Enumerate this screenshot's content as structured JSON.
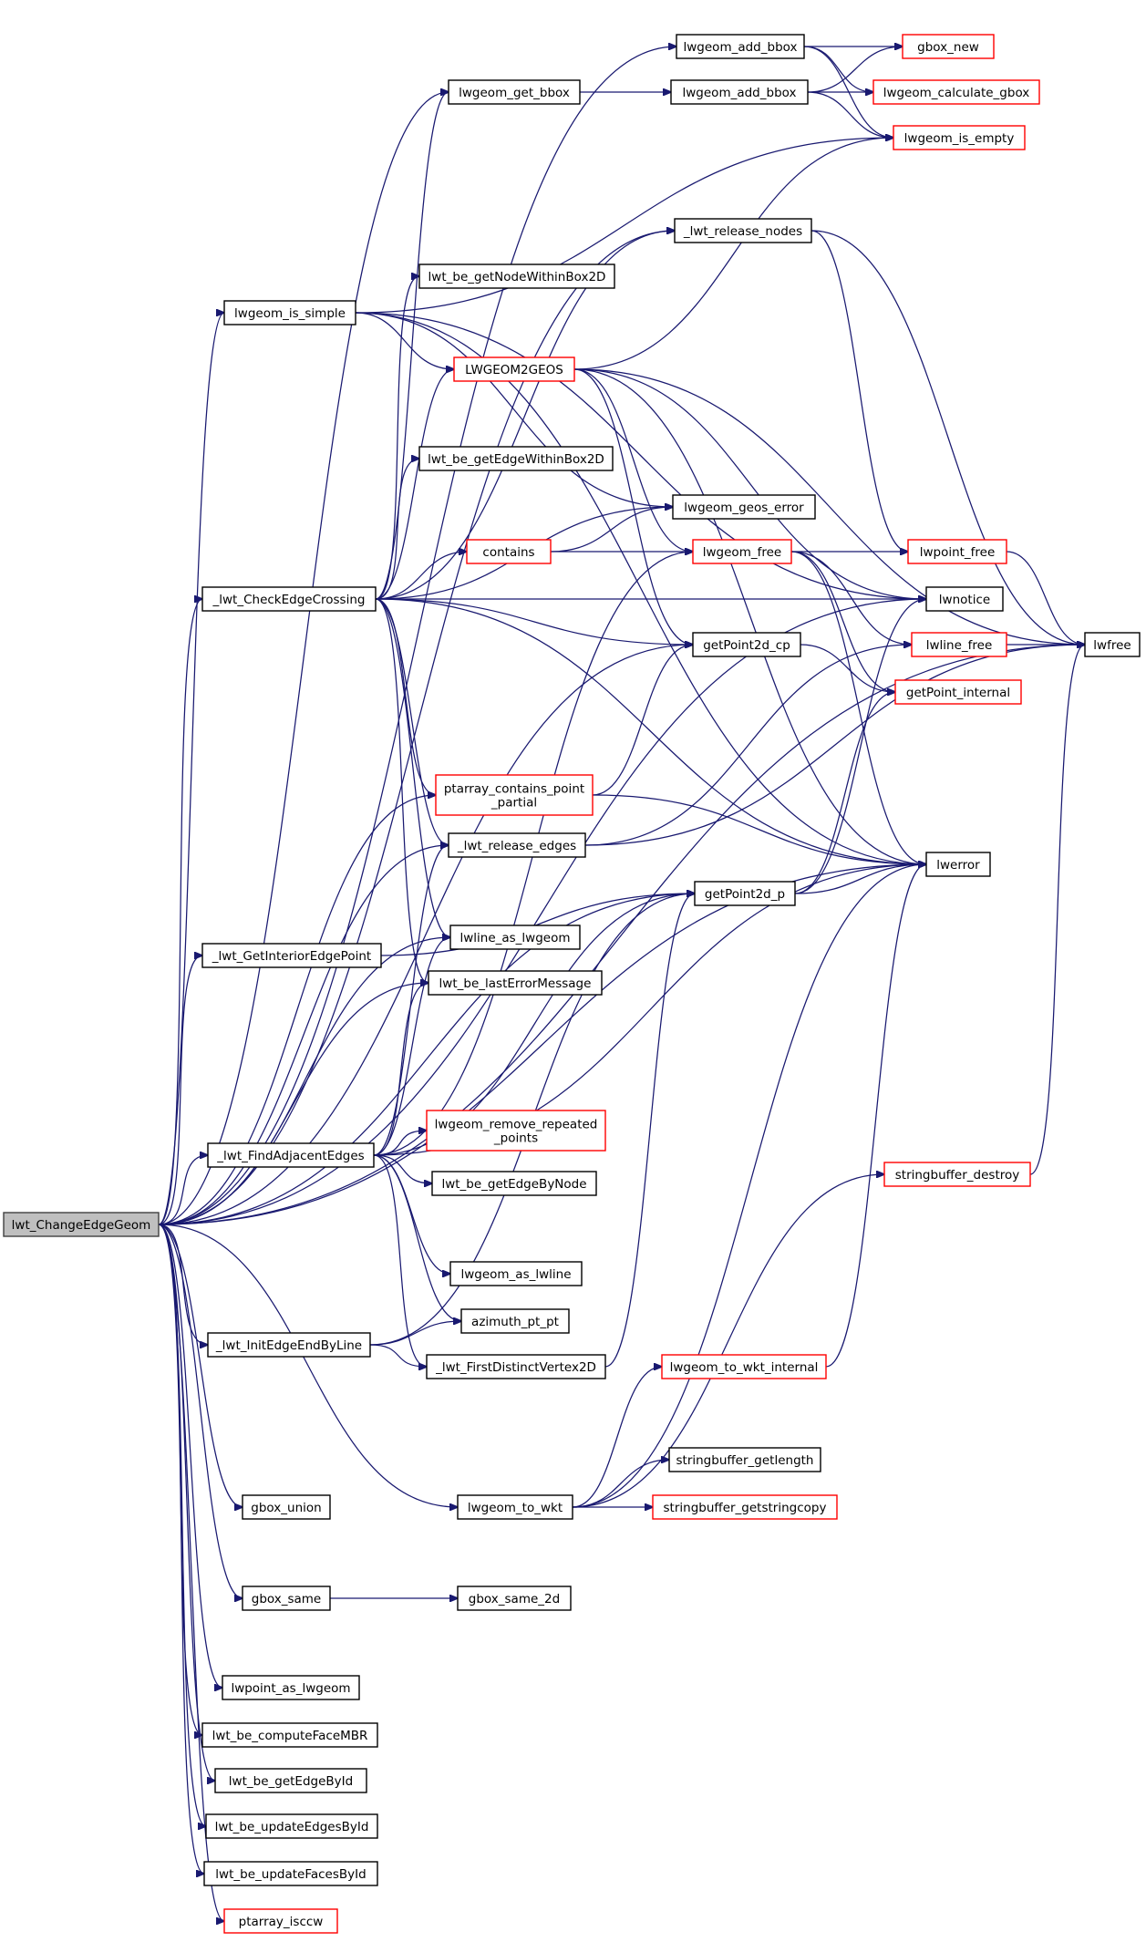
{
  "diagram": {
    "colors": {
      "edge": "#191970",
      "normal_border": "#000000",
      "truncated_border": "#ff0000",
      "root_fill": "#bfbfbf"
    },
    "nodes": [
      {
        "id": "root",
        "label": "lwt_ChangeEdgeGeom",
        "style": "root"
      },
      {
        "id": "lwgeom_add_bbox_a",
        "label": "lwgeom_add_bbox",
        "style": "black"
      },
      {
        "id": "gbox_new",
        "label": "gbox_new",
        "style": "red"
      },
      {
        "id": "lwgeom_get_bbox",
        "label": "lwgeom_get_bbox",
        "style": "black"
      },
      {
        "id": "lwgeom_add_bbox_b",
        "label": "lwgeom_add_bbox",
        "style": "black"
      },
      {
        "id": "lwgeom_calculate_gbox",
        "label": "lwgeom_calculate_gbox",
        "style": "red"
      },
      {
        "id": "lwgeom_is_empty",
        "label": "lwgeom_is_empty",
        "style": "red"
      },
      {
        "id": "lwt_release_nodes",
        "label": "_lwt_release_nodes",
        "style": "black"
      },
      {
        "id": "lwgeom_is_simple",
        "label": "lwgeom_is_simple",
        "style": "black"
      },
      {
        "id": "lwt_be_getNodeWithinBox2D",
        "label": "lwt_be_getNodeWithinBox2D",
        "style": "black"
      },
      {
        "id": "LWGEOM2GEOS",
        "label": "LWGEOM2GEOS",
        "style": "red"
      },
      {
        "id": "lwt_be_getEdgeWithinBox2D",
        "label": "lwt_be_getEdgeWithinBox2D",
        "style": "black"
      },
      {
        "id": "lwgeom_geos_error",
        "label": "lwgeom_geos_error",
        "style": "black"
      },
      {
        "id": "contains",
        "label": "contains",
        "style": "red"
      },
      {
        "id": "lwgeom_free",
        "label": "lwgeom_free",
        "style": "red"
      },
      {
        "id": "lwpoint_free",
        "label": "lwpoint_free",
        "style": "red"
      },
      {
        "id": "lwt_CheckEdgeCrossing",
        "label": "_lwt_CheckEdgeCrossing",
        "style": "black"
      },
      {
        "id": "lwnotice",
        "label": "lwnotice",
        "style": "black"
      },
      {
        "id": "getPoint2d_cp",
        "label": "getPoint2d_cp",
        "style": "black"
      },
      {
        "id": "lwline_free",
        "label": "lwline_free",
        "style": "red"
      },
      {
        "id": "lwfree",
        "label": "lwfree",
        "style": "black"
      },
      {
        "id": "getPoint_internal",
        "label": "getPoint_internal",
        "style": "red"
      },
      {
        "id": "ptarray_contains_point_partial",
        "label": "ptarray_contains_point\n_partial",
        "style": "red"
      },
      {
        "id": "lwt_release_edges",
        "label": "_lwt_release_edges",
        "style": "black"
      },
      {
        "id": "lwerror",
        "label": "lwerror",
        "style": "black"
      },
      {
        "id": "getPoint2d_p",
        "label": "getPoint2d_p",
        "style": "black"
      },
      {
        "id": "lwt_GetInteriorEdgePoint",
        "label": "_lwt_GetInteriorEdgePoint",
        "style": "black"
      },
      {
        "id": "lwline_as_lwgeom",
        "label": "lwline_as_lwgeom",
        "style": "black"
      },
      {
        "id": "lwt_be_lastErrorMessage",
        "label": "lwt_be_lastErrorMessage",
        "style": "black"
      },
      {
        "id": "lwgeom_remove_repeated_points",
        "label": "lwgeom_remove_repeated\n_points",
        "style": "red"
      },
      {
        "id": "lwt_FindAdjacentEdges",
        "label": "_lwt_FindAdjacentEdges",
        "style": "black"
      },
      {
        "id": "lwt_be_getEdgeByNode",
        "label": "lwt_be_getEdgeByNode",
        "style": "black"
      },
      {
        "id": "stringbuffer_destroy",
        "label": "stringbuffer_destroy",
        "style": "red"
      },
      {
        "id": "lwgeom_as_lwline",
        "label": "lwgeom_as_lwline",
        "style": "black"
      },
      {
        "id": "azimuth_pt_pt",
        "label": "azimuth_pt_pt",
        "style": "black"
      },
      {
        "id": "lwt_InitEdgeEndByLine",
        "label": "_lwt_InitEdgeEndByLine",
        "style": "black"
      },
      {
        "id": "lwt_FirstDistinctVertex2D",
        "label": "_lwt_FirstDistinctVertex2D",
        "style": "black"
      },
      {
        "id": "lwgeom_to_wkt_internal",
        "label": "lwgeom_to_wkt_internal",
        "style": "red"
      },
      {
        "id": "stringbuffer_getlength",
        "label": "stringbuffer_getlength",
        "style": "black"
      },
      {
        "id": "gbox_union",
        "label": "gbox_union",
        "style": "black"
      },
      {
        "id": "lwgeom_to_wkt",
        "label": "lwgeom_to_wkt",
        "style": "black"
      },
      {
        "id": "stringbuffer_getstringcopy",
        "label": "stringbuffer_getstringcopy",
        "style": "red"
      },
      {
        "id": "gbox_same",
        "label": "gbox_same",
        "style": "black"
      },
      {
        "id": "gbox_same_2d",
        "label": "gbox_same_2d",
        "style": "black"
      },
      {
        "id": "lwpoint_as_lwgeom",
        "label": "lwpoint_as_lwgeom",
        "style": "black"
      },
      {
        "id": "lwt_be_computeFaceMBR",
        "label": "lwt_be_computeFaceMBR",
        "style": "black"
      },
      {
        "id": "lwt_be_getEdgeById",
        "label": "lwt_be_getEdgeById",
        "style": "black"
      },
      {
        "id": "lwt_be_updateEdgesById",
        "label": "lwt_be_updateEdgesById",
        "style": "black"
      },
      {
        "id": "lwt_be_updateFacesById",
        "label": "lwt_be_updateFacesById",
        "style": "black"
      },
      {
        "id": "ptarray_isccw",
        "label": "ptarray_isccw",
        "style": "red"
      }
    ],
    "edges": [
      [
        "root",
        "lwgeom_add_bbox_a"
      ],
      [
        "root",
        "lwgeom_get_bbox"
      ],
      [
        "root",
        "lwt_release_nodes"
      ],
      [
        "root",
        "lwgeom_is_simple"
      ],
      [
        "root",
        "lwt_CheckEdgeCrossing"
      ],
      [
        "root",
        "getPoint2d_cp"
      ],
      [
        "root",
        "ptarray_contains_point_partial"
      ],
      [
        "root",
        "lwt_release_edges"
      ],
      [
        "root",
        "lwt_GetInteriorEdgePoint"
      ],
      [
        "root",
        "lwline_as_lwgeom"
      ],
      [
        "root",
        "lwt_be_lastErrorMessage"
      ],
      [
        "root",
        "lwt_FindAdjacentEdges"
      ],
      [
        "root",
        "lwt_InitEdgeEndByLine"
      ],
      [
        "root",
        "getPoint2d_p"
      ],
      [
        "root",
        "lwerror"
      ],
      [
        "root",
        "lwgeom_to_wkt"
      ],
      [
        "root",
        "gbox_union"
      ],
      [
        "root",
        "lwnotice"
      ],
      [
        "root",
        "gbox_same"
      ],
      [
        "root",
        "lwfree"
      ],
      [
        "root",
        "lwpoint_as_lwgeom"
      ],
      [
        "root",
        "lwt_be_computeFaceMBR"
      ],
      [
        "root",
        "lwt_be_getEdgeById"
      ],
      [
        "root",
        "lwt_be_updateEdgesById"
      ],
      [
        "root",
        "lwt_be_updateFacesById"
      ],
      [
        "root",
        "ptarray_isccw"
      ],
      [
        "lwgeom_add_bbox_a",
        "gbox_new"
      ],
      [
        "lwgeom_add_bbox_a",
        "lwgeom_calculate_gbox"
      ],
      [
        "lwgeom_add_bbox_a",
        "lwgeom_is_empty"
      ],
      [
        "lwgeom_get_bbox",
        "lwgeom_add_bbox_b"
      ],
      [
        "lwgeom_add_bbox_b",
        "gbox_new"
      ],
      [
        "lwgeom_add_bbox_b",
        "lwgeom_calculate_gbox"
      ],
      [
        "lwgeom_add_bbox_b",
        "lwgeom_is_empty"
      ],
      [
        "lwt_release_nodes",
        "lwpoint_free"
      ],
      [
        "lwt_release_nodes",
        "lwfree"
      ],
      [
        "lwgeom_is_simple",
        "lwgeom_is_empty"
      ],
      [
        "lwgeom_is_simple",
        "LWGEOM2GEOS"
      ],
      [
        "lwgeom_is_simple",
        "lwgeom_geos_error"
      ],
      [
        "lwgeom_is_simple",
        "lwerror"
      ],
      [
        "lwgeom_is_simple",
        "lwnotice"
      ],
      [
        "LWGEOM2GEOS",
        "lwgeom_is_empty"
      ],
      [
        "LWGEOM2GEOS",
        "lwgeom_free"
      ],
      [
        "LWGEOM2GEOS",
        "getPoint2d_cp"
      ],
      [
        "LWGEOM2GEOS",
        "lwerror"
      ],
      [
        "LWGEOM2GEOS",
        "lwfree"
      ],
      [
        "LWGEOM2GEOS",
        "lwnotice"
      ],
      [
        "contains",
        "lwgeom_geos_error"
      ],
      [
        "contains",
        "lwgeom_free"
      ],
      [
        "lwgeom_free",
        "lwpoint_free"
      ],
      [
        "lwgeom_free",
        "lwline_free"
      ],
      [
        "lwgeom_free",
        "lwerror"
      ],
      [
        "lwgeom_free",
        "getPoint_internal"
      ],
      [
        "lwpoint_free",
        "lwfree"
      ],
      [
        "lwline_free",
        "lwfree"
      ],
      [
        "lwt_CheckEdgeCrossing",
        "lwgeom_get_bbox"
      ],
      [
        "lwt_CheckEdgeCrossing",
        "lwt_be_getNodeWithinBox2D"
      ],
      [
        "lwt_CheckEdgeCrossing",
        "LWGEOM2GEOS"
      ],
      [
        "lwt_CheckEdgeCrossing",
        "lwt_be_getEdgeWithinBox2D"
      ],
      [
        "lwt_CheckEdgeCrossing",
        "lwgeom_geos_error"
      ],
      [
        "lwt_CheckEdgeCrossing",
        "contains"
      ],
      [
        "lwt_CheckEdgeCrossing",
        "lwnotice"
      ],
      [
        "lwt_CheckEdgeCrossing",
        "getPoint2d_cp"
      ],
      [
        "lwt_CheckEdgeCrossing",
        "lwerror"
      ],
      [
        "lwt_CheckEdgeCrossing",
        "ptarray_contains_point_partial"
      ],
      [
        "lwt_CheckEdgeCrossing",
        "lwt_release_edges"
      ],
      [
        "lwt_CheckEdgeCrossing",
        "lwline_as_lwgeom"
      ],
      [
        "lwt_CheckEdgeCrossing",
        "lwt_be_lastErrorMessage"
      ],
      [
        "lwt_CheckEdgeCrossing",
        "lwt_release_nodes"
      ],
      [
        "getPoint2d_cp",
        "getPoint_internal"
      ],
      [
        "ptarray_contains_point_partial",
        "getPoint2d_cp"
      ],
      [
        "ptarray_contains_point_partial",
        "lwerror"
      ],
      [
        "lwt_release_edges",
        "lwline_free"
      ],
      [
        "lwt_release_edges",
        "lwfree"
      ],
      [
        "getPoint2d_p",
        "lwerror"
      ],
      [
        "getPoint2d_p",
        "getPoint_internal"
      ],
      [
        "getPoint2d_p",
        "lwnotice"
      ],
      [
        "lwt_GetInteriorEdgePoint",
        "getPoint2d_p"
      ],
      [
        "lwt_FindAdjacentEdges",
        "lwgeom_free"
      ],
      [
        "lwt_FindAdjacentEdges",
        "lwgeom_remove_repeated_points"
      ],
      [
        "lwt_FindAdjacentEdges",
        "lwt_be_getEdgeByNode"
      ],
      [
        "lwt_FindAdjacentEdges",
        "lwerror"
      ],
      [
        "lwt_FindAdjacentEdges",
        "lwgeom_as_lwline"
      ],
      [
        "lwt_FindAdjacentEdges",
        "azimuth_pt_pt"
      ],
      [
        "lwt_FindAdjacentEdges",
        "lwt_FirstDistinctVertex2D"
      ],
      [
        "lwt_FindAdjacentEdges",
        "getPoint2d_p"
      ],
      [
        "lwt_FindAdjacentEdges",
        "lwline_as_lwgeom"
      ],
      [
        "lwt_FindAdjacentEdges",
        "lwt_be_lastErrorMessage"
      ],
      [
        "lwt_FindAdjacentEdges",
        "lwt_release_edges"
      ],
      [
        "lwt_InitEdgeEndByLine",
        "azimuth_pt_pt"
      ],
      [
        "lwt_InitEdgeEndByLine",
        "lwt_FirstDistinctVertex2D"
      ],
      [
        "lwt_InitEdgeEndByLine",
        "getPoint2d_p"
      ],
      [
        "lwt_FirstDistinctVertex2D",
        "getPoint2d_p"
      ],
      [
        "lwgeom_to_wkt_internal",
        "lwerror"
      ],
      [
        "stringbuffer_destroy",
        "lwfree"
      ],
      [
        "lwgeom_to_wkt",
        "lwgeom_to_wkt_internal"
      ],
      [
        "lwgeom_to_wkt",
        "stringbuffer_getlength"
      ],
      [
        "lwgeom_to_wkt",
        "stringbuffer_getstringcopy"
      ],
      [
        "lwgeom_to_wkt",
        "stringbuffer_destroy"
      ],
      [
        "lwgeom_to_wkt",
        "lwerror"
      ],
      [
        "gbox_same",
        "gbox_same_2d"
      ]
    ]
  }
}
